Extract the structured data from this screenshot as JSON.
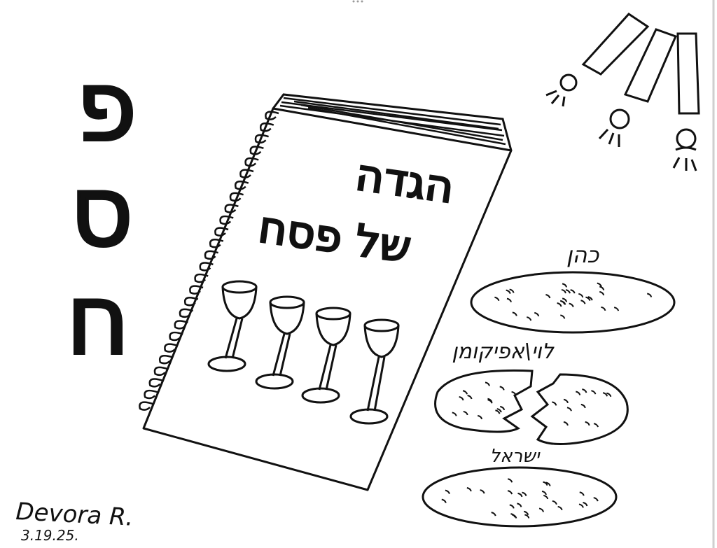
{
  "left_title": {
    "letters": [
      "פ",
      "ס",
      "ח"
    ]
  },
  "book": {
    "title_line1": "הגדה",
    "title_line2": "של פסח",
    "cups_count": 4
  },
  "matzot": {
    "top_label": "כהן",
    "middle_label": "לוי\\אפיקומן",
    "bottom_label": "ישראל"
  },
  "signature": {
    "name": "Devora R.",
    "date": "3.19.25."
  }
}
